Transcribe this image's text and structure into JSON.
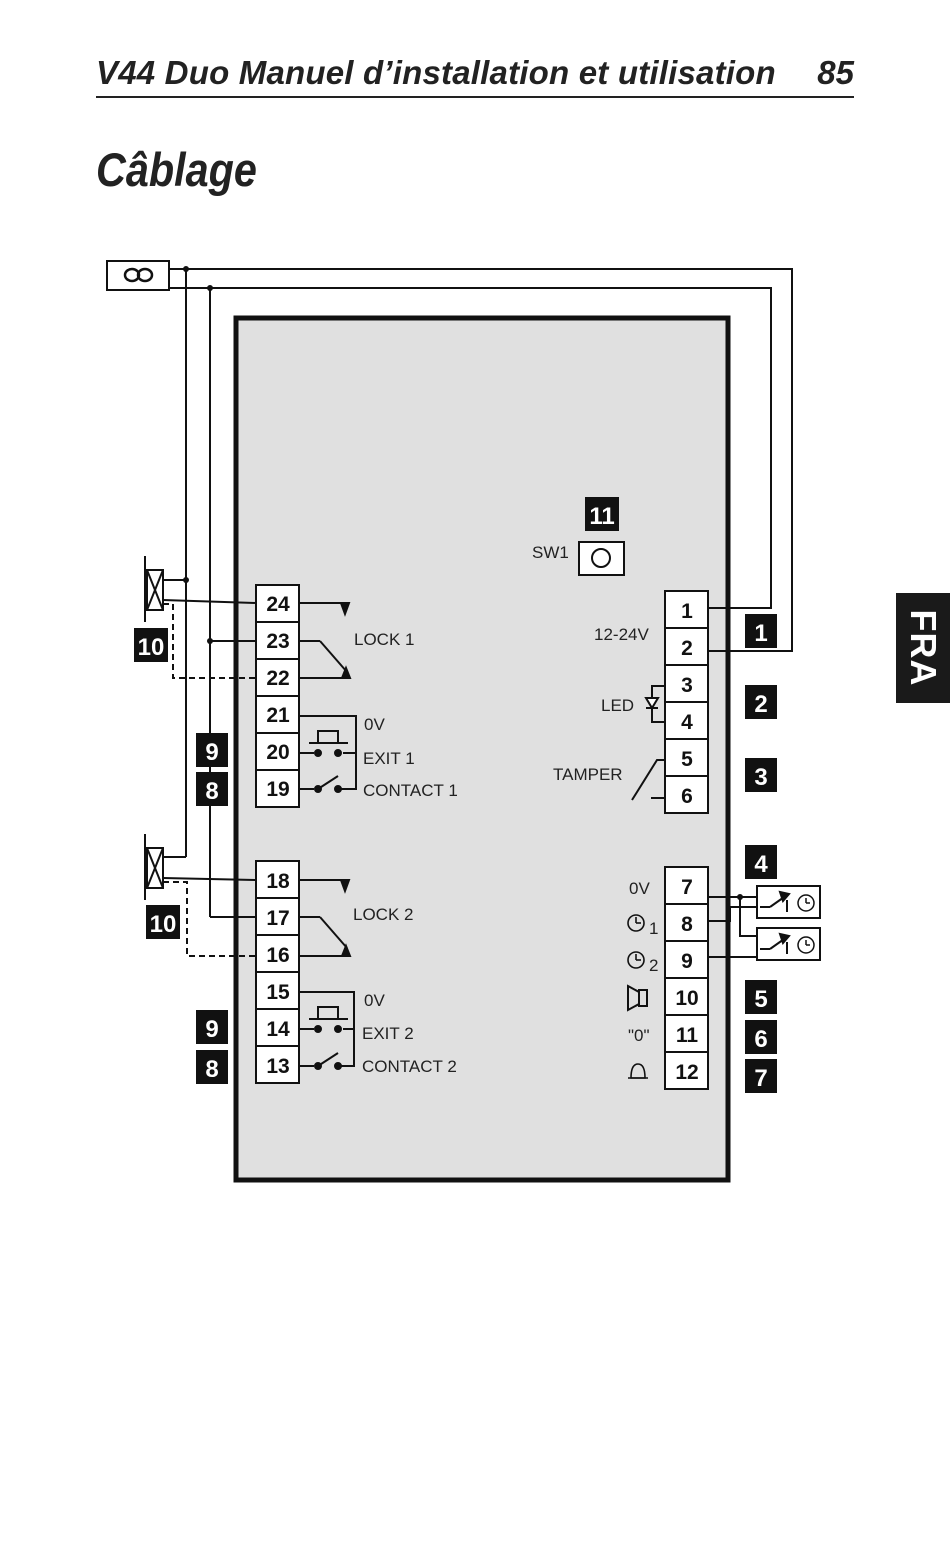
{
  "header": {
    "title": "V44 Duo Manuel d’installation et utilisation",
    "page_number": "85"
  },
  "section_title": "Câblage",
  "language_tab": "FRA",
  "diagram": {
    "left_terminals_top": [
      "24",
      "23",
      "22",
      "21",
      "20",
      "19"
    ],
    "left_terminals_bottom": [
      "18",
      "17",
      "16",
      "15",
      "14",
      "13"
    ],
    "right_terminals_top": [
      "1",
      "2",
      "3",
      "4",
      "5",
      "6"
    ],
    "right_terminals_bottom": [
      "7",
      "8",
      "9",
      "10",
      "11",
      "12"
    ],
    "labels": {
      "lock1": "LOCK 1",
      "zero_v_1": "0V",
      "exit1": "EXIT 1",
      "contact1": "CONTACT 1",
      "lock2": "LOCK 2",
      "zero_v_2": "0V",
      "exit2": "EXIT 2",
      "contact2": "CONTACT 2",
      "sw1": "SW1",
      "power": "12-24V",
      "led": "LED",
      "tamper": "TAMPER",
      "zero_v_3": "0V",
      "timer1_sub": "1",
      "timer2_sub": "2",
      "zero_input": "\"0\""
    },
    "badges": {
      "b10a": "10",
      "b9a": "9",
      "b8a": "8",
      "b10b": "10",
      "b9b": "9",
      "b8b": "8",
      "b11": "11",
      "b1": "1",
      "b2": "2",
      "b3": "3",
      "b4": "4",
      "b5": "5",
      "b6": "6",
      "b7": "7"
    }
  }
}
